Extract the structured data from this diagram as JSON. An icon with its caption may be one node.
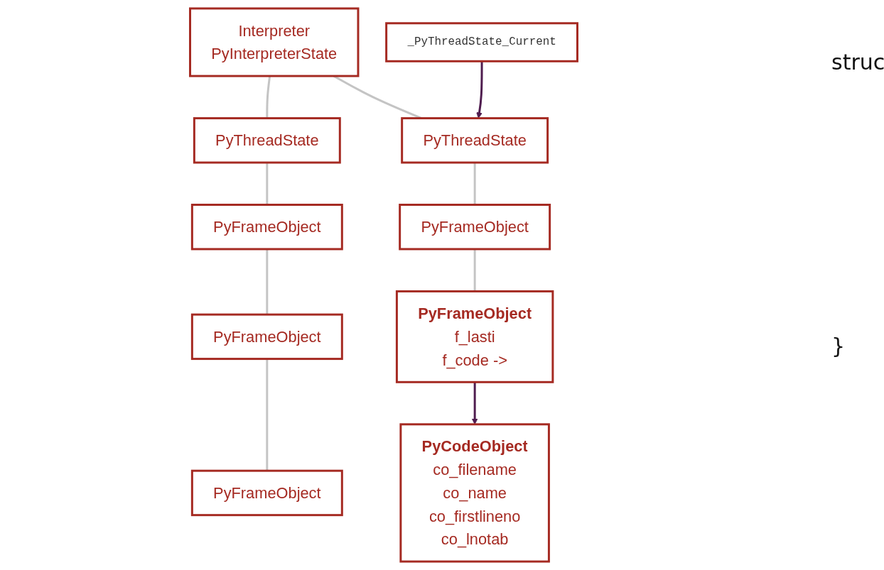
{
  "diagram": {
    "nodes": [
      {
        "text": [
          "Interpreter",
          "PyInterpreterState"
        ]
      },
      {
        "text": [
          "_PyThreadState_Current"
        ]
      },
      {
        "text": [
          "PyThreadState"
        ]
      },
      {
        "text": [
          "PyThreadState"
        ]
      },
      {
        "text": [
          "PyFrameObject"
        ]
      },
      {
        "text": [
          "PyFrameObject"
        ]
      },
      {
        "text": [
          "PyFrameObject"
        ]
      },
      {
        "text": [
          "PyFrameObject"
        ]
      },
      {
        "text": [
          "PyFrameObject",
          "f_lasti",
          "f_code ->"
        ]
      },
      {
        "text": [
          "PyCodeObject",
          "co_filename",
          "co_name",
          "co_firstlineno",
          "co_lnotab"
        ]
      }
    ],
    "edges": [
      {
        "from": 0,
        "to": 2,
        "arrow": "none"
      },
      {
        "from": 0,
        "to": 3,
        "arrow": "none"
      },
      {
        "from": 1,
        "to": 3,
        "arrow": "to",
        "color": "#4f1d4f"
      },
      {
        "from": 2,
        "to": 4,
        "arrow": "none"
      },
      {
        "from": 4,
        "to": 5,
        "arrow": "none"
      },
      {
        "from": 5,
        "to": 6,
        "arrow": "none"
      },
      {
        "from": 3,
        "to": 7,
        "arrow": "none"
      },
      {
        "from": 7,
        "to": 8,
        "arrow": "none"
      },
      {
        "from": 8,
        "to": 9,
        "arrow": "to",
        "color": "#4f1d4f"
      }
    ],
    "labels": [
      "struc",
      "}"
    ]
  }
}
